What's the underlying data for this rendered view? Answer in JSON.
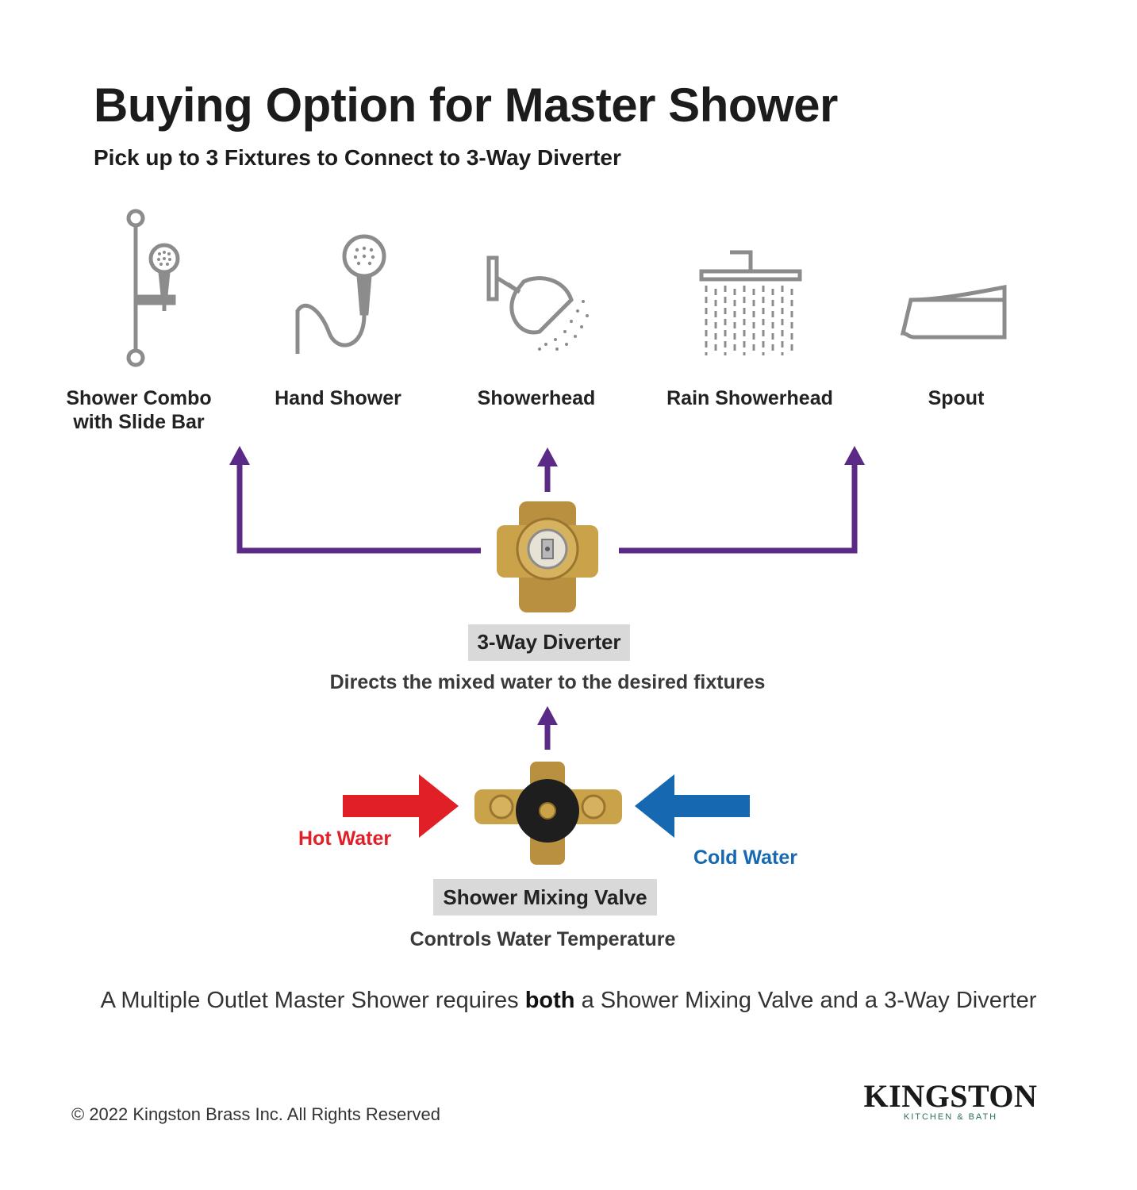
{
  "title": "Buying Option for Master Shower",
  "subtitle": "Pick up to 3 Fixtures to Connect to 3-Way Diverter",
  "fixtures": [
    {
      "line1": "Shower Combo",
      "line2": "with Slide Bar",
      "icon": "shower-combo-slide-bar-icon"
    },
    {
      "line1": "Hand Shower",
      "line2": "",
      "icon": "hand-shower-icon"
    },
    {
      "line1": "Showerhead",
      "line2": "",
      "icon": "showerhead-icon"
    },
    {
      "line1": "Rain Showerhead",
      "line2": "",
      "icon": "rain-showerhead-icon"
    },
    {
      "line1": "Spout",
      "line2": "",
      "icon": "spout-icon"
    }
  ],
  "diverter": {
    "label": "3-Way Diverter",
    "description": "Directs the mixed water to the desired fixtures"
  },
  "mixing_valve": {
    "label": "Shower Mixing Valve",
    "description": "Controls Water Temperature"
  },
  "hot_water": "Hot Water",
  "cold_water": "Cold Water",
  "note": {
    "prefix": "A Multiple Outlet Master Shower requires",
    "bold": "both",
    "suffix": "a Shower Mixing Valve and a 3-Way Diverter"
  },
  "copyright": "© 2022 Kingston Brass Inc.  All Rights Reserved",
  "brand": {
    "name": "KINGSTON",
    "tagline": "KITCHEN & BATH"
  },
  "colors": {
    "flow_arrow": "#5b2a86",
    "hot": "#e01f26",
    "cold": "#1668b0",
    "icon_gray": "#8c8c8c",
    "brass": "#c9a24a",
    "label_bg": "#d9d9d9"
  }
}
